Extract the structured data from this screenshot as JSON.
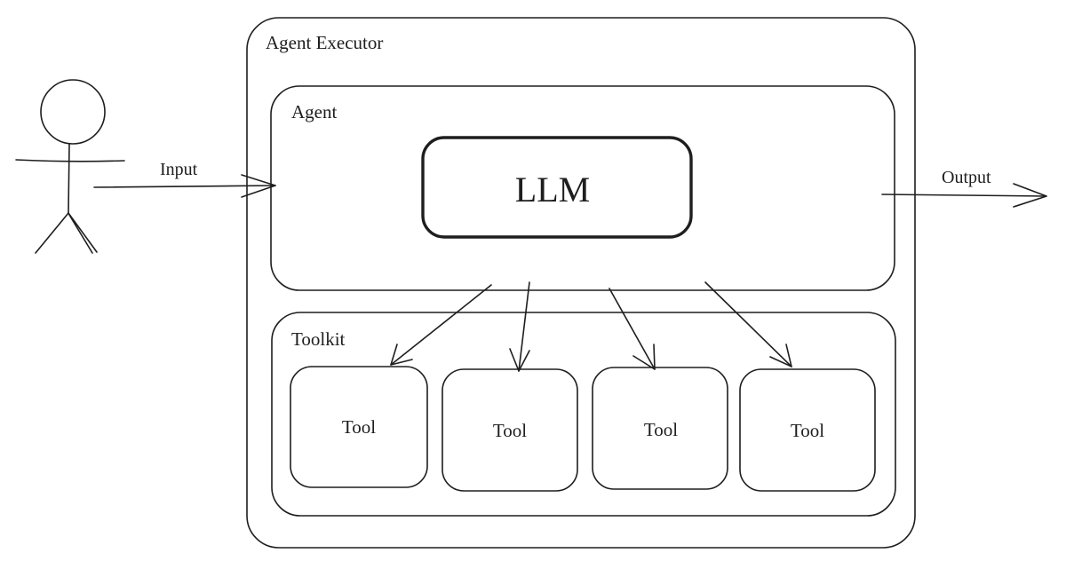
{
  "agent_executor": {
    "label": "Agent Executor"
  },
  "agent": {
    "label": "Agent"
  },
  "llm": {
    "label": "LLM"
  },
  "toolkit": {
    "label": "Toolkit",
    "tools": [
      {
        "label": "Tool"
      },
      {
        "label": "Tool"
      },
      {
        "label": "Tool"
      },
      {
        "label": "Tool"
      }
    ]
  },
  "input_arrow": {
    "label": "Input"
  },
  "output_arrow": {
    "label": "Output"
  },
  "user_figure": {
    "icon": "stick-figure-icon"
  }
}
